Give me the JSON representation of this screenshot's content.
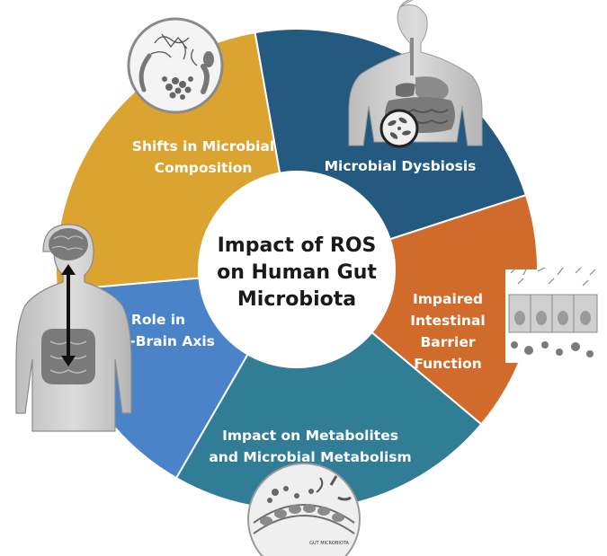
{
  "center": {
    "title_lines": [
      "Impact of ROS",
      "on Human Gut",
      "Microbiota"
    ]
  },
  "segments": [
    {
      "id": "microbial-dysbiosis",
      "lines": [
        "Microbial Dysbiosis"
      ],
      "color": "#245a80"
    },
    {
      "id": "impaired-intestinal-barrier",
      "lines": [
        "Impaired",
        "Intestinal",
        "Barrier",
        "Function"
      ],
      "color": "#d06b2b"
    },
    {
      "id": "impact-on-metabolites",
      "lines": [
        "Impact on Metabolites",
        "and Microbial Metabolism"
      ],
      "color": "#327d96"
    },
    {
      "id": "gut-brain-axis",
      "lines": [
        "Role in",
        "Gut-Brain Axis"
      ],
      "color": "#4a83c7"
    },
    {
      "id": "shifts-in-composition",
      "lines": [
        "Shifts in Microbial",
        "Composition"
      ],
      "color": "#dba330"
    }
  ],
  "illustrations": {
    "microbes_circle": "microbes-illustration",
    "human_torso_digestive": "digestive-system-illustration",
    "intestinal_epithelium": "epithelium-illustration",
    "gut_microbiota_circle": "gut-microbiota-illustration",
    "gut_microbiota_caption": "GUT MICROBIOTA",
    "gut_brain_figure": "gut-brain-figure-illustration"
  }
}
